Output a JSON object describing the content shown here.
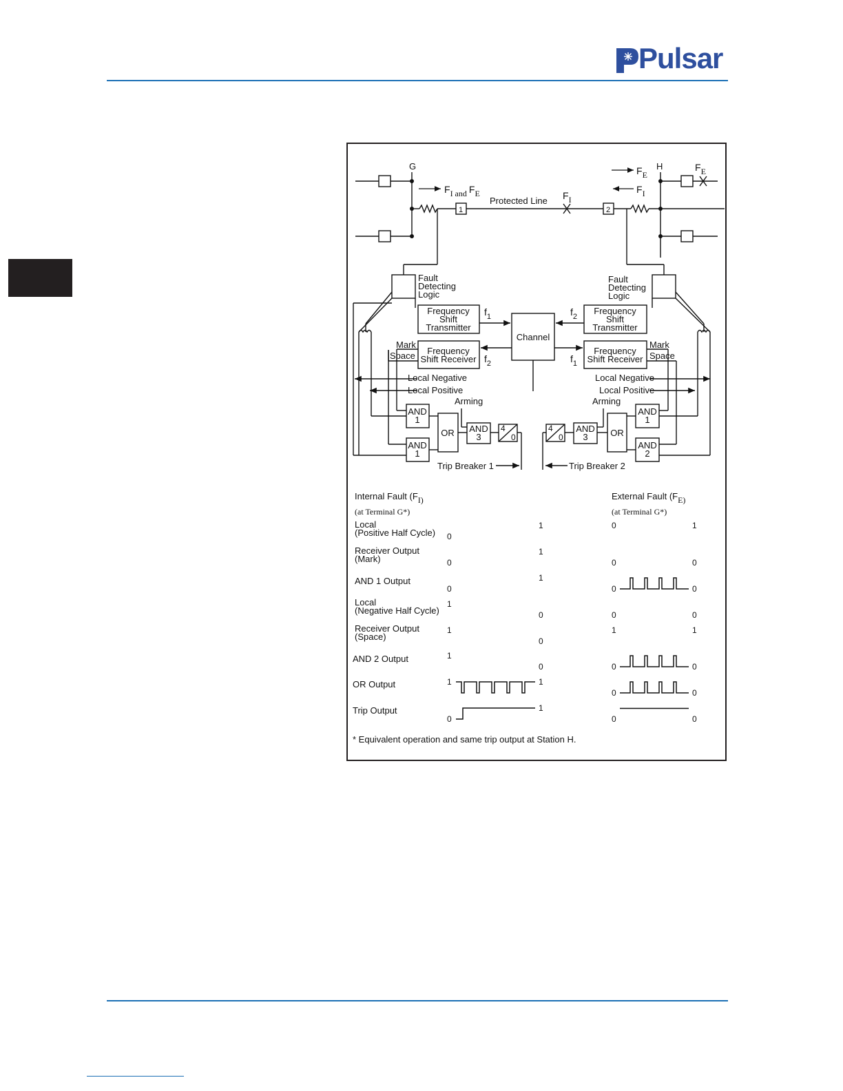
{
  "brand": {
    "logo_text": "Pulsar",
    "color": "#2e4f9e",
    "rule_color": "#1b6fb5"
  },
  "diagram": {
    "terminal_g": "G",
    "terminal_h": "H",
    "fault_left": "F",
    "fault_left_sub": "I and",
    "fault_left_f2": "F",
    "fault_left_sub2": "E",
    "fault_fe_top": "F",
    "fault_fe_top_sub": "E",
    "fault_fe_x": "F",
    "fault_fe_x_sub": "E",
    "fault_fi_right": "F",
    "fault_fi_right_sub": "I",
    "fault_fi_mid": "F",
    "fault_fi_mid_sub": "I",
    "protected_line": "Protected Line",
    "breaker_1": "1",
    "breaker_2": "2",
    "fdl_left": [
      "Fault",
      "Detecting",
      "Logic"
    ],
    "fdl_right": [
      "Fault",
      "Detecting",
      "Logic"
    ],
    "fst_left": [
      "Frequency",
      "Shift",
      "Transmitter"
    ],
    "fst_right": [
      "Frequency",
      "Shift",
      "Transmitter"
    ],
    "fsr_left": [
      "Frequency",
      "Shift Receiver"
    ],
    "fsr_right": [
      "Frequency",
      "Shift Receiver"
    ],
    "channel": "Channel",
    "f1": "f",
    "f1_sub": "1",
    "f2": "f",
    "f2_sub": "2",
    "mark": "Mark",
    "space": "Space",
    "local_negative": "Local Negative",
    "local_positive": "Local Positive",
    "arming": "Arming",
    "and1": [
      "AND",
      "1"
    ],
    "and2": [
      "AND",
      "2"
    ],
    "and3": [
      "AND",
      "3"
    ],
    "or": "OR",
    "timer_top": "4",
    "timer_bottom": "0",
    "trip_breaker_1": "Trip Breaker 1",
    "trip_breaker_2": "Trip Breaker 2"
  },
  "timing": {
    "internal_title": "Internal Fault (F",
    "internal_sub": "I)",
    "internal_note": "(at Terminal G*)",
    "external_title": "External Fault (F",
    "external_sub": "E)",
    "external_note": "(at Terminal G*)",
    "signals": [
      {
        "label": [
          "Local",
          "(Positive Half Cycle)"
        ],
        "int_start": "0",
        "int_end": "1",
        "ext_start": "0",
        "ext_end": "1"
      },
      {
        "label": [
          "Receiver Output",
          "(Mark)"
        ],
        "int_start": "0",
        "int_end": "1",
        "ext_start": "0",
        "ext_end": "0"
      },
      {
        "label": [
          "AND 1 Output"
        ],
        "int_start": "0",
        "int_end": "1",
        "ext_start": "0",
        "ext_end": "0"
      },
      {
        "label": [
          "Local",
          "(Negative Half Cycle)"
        ],
        "int_start": "1",
        "int_end": "0",
        "ext_start": "0",
        "ext_end": "0"
      },
      {
        "label": [
          "Receiver Output",
          "(Space)"
        ],
        "int_start": "1",
        "int_end": "0",
        "ext_start": "1",
        "ext_end": "1"
      },
      {
        "label": [
          "AND 2 Output"
        ],
        "int_start": "1",
        "int_end": "0",
        "ext_start": "0",
        "ext_end": "0"
      },
      {
        "label": [
          "OR Output"
        ],
        "int_start": "1",
        "int_end": "1",
        "ext_start": "0",
        "ext_end": "0"
      },
      {
        "label": [
          "Trip Output"
        ],
        "int_start": "0",
        "int_end": "1",
        "ext_start": "0",
        "ext_end": "0"
      }
    ],
    "footnote": "* Equivalent operation and same trip output at Station H."
  }
}
